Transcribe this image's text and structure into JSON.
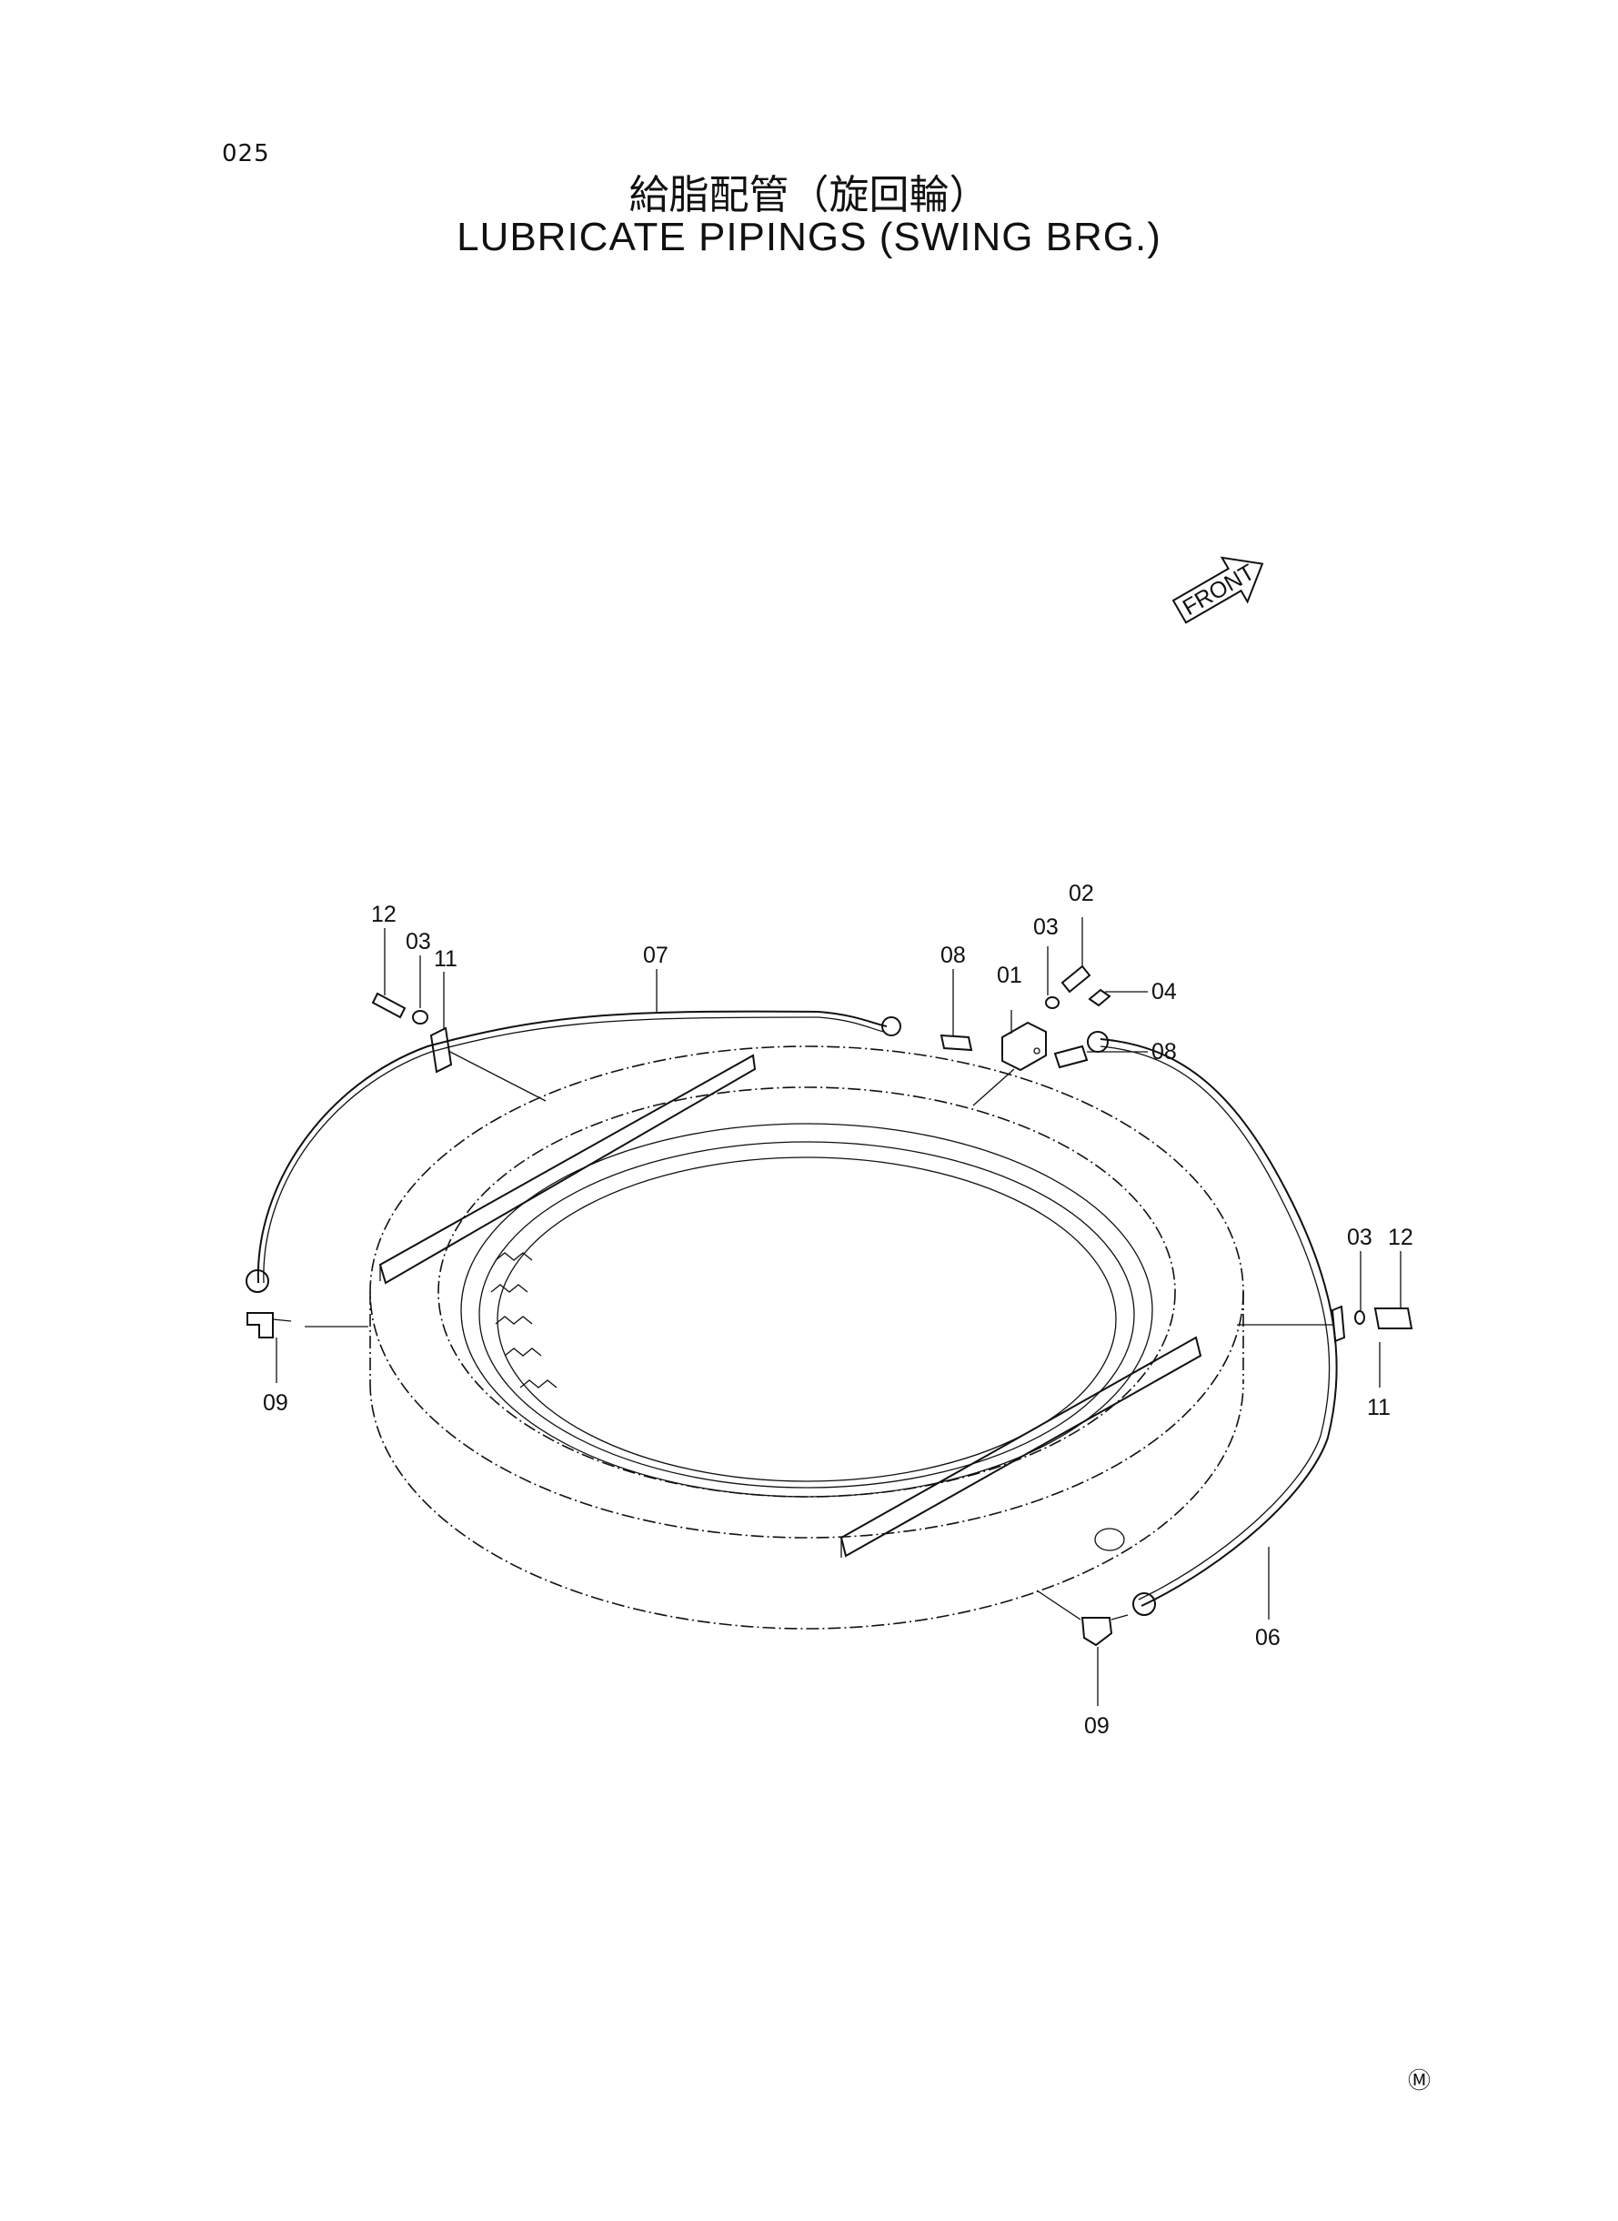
{
  "page_number": "025",
  "title_jp": "給脂配管（旋回輪）",
  "title_en": "LUBRICATE PIPINGS (SWING BRG.)",
  "front_label": "FRONT",
  "mark": "Ⓜ",
  "callouts": {
    "c12a": "12",
    "c03a": "03",
    "c11a": "11",
    "c07": "07",
    "c08a": "08",
    "c01": "01",
    "c03b": "03",
    "c02": "02",
    "c04": "04",
    "c08b": "08",
    "c03c": "03",
    "c12b": "12",
    "c11b": "11",
    "c09a": "09",
    "c06": "06",
    "c09b": "09"
  }
}
